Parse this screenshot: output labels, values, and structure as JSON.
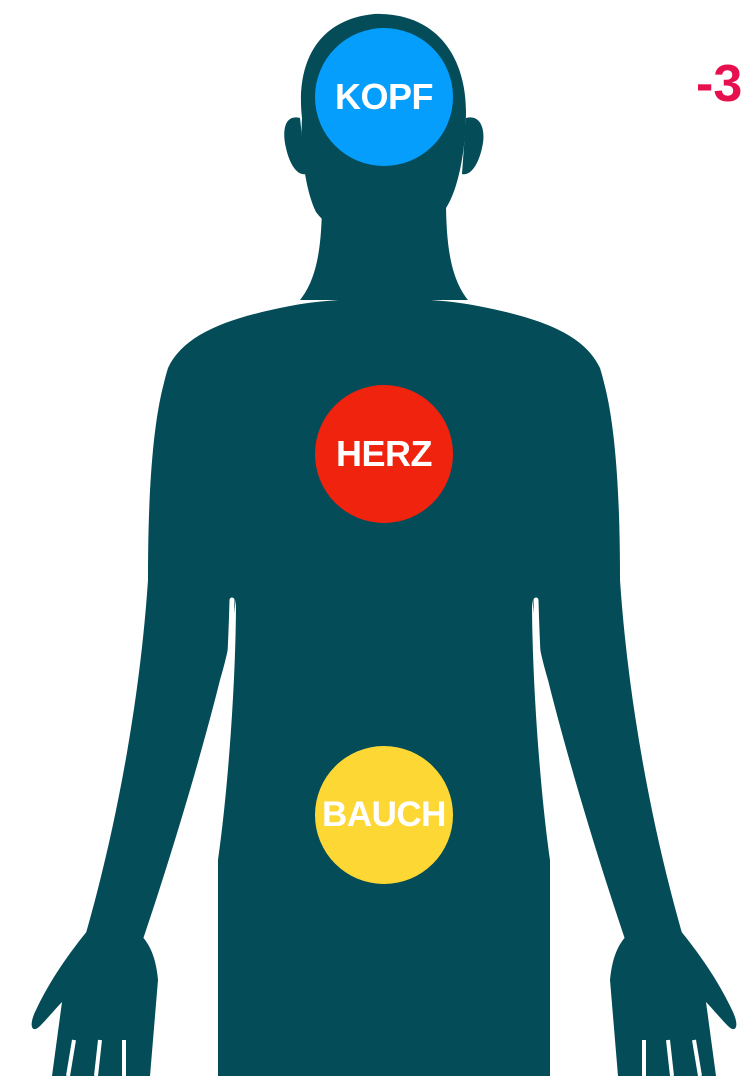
{
  "regions": [
    {
      "id": "kopf",
      "label": "KOPF",
      "color": "#059efc"
    },
    {
      "id": "herz",
      "label": "HERZ",
      "color": "#f0230f"
    },
    {
      "id": "bauch",
      "label": "BAUCH",
      "color": "#fdd835"
    }
  ],
  "corner_text": {
    "label": "-3",
    "color": "#e6104e"
  },
  "silhouette": {
    "color": "#044c58"
  }
}
